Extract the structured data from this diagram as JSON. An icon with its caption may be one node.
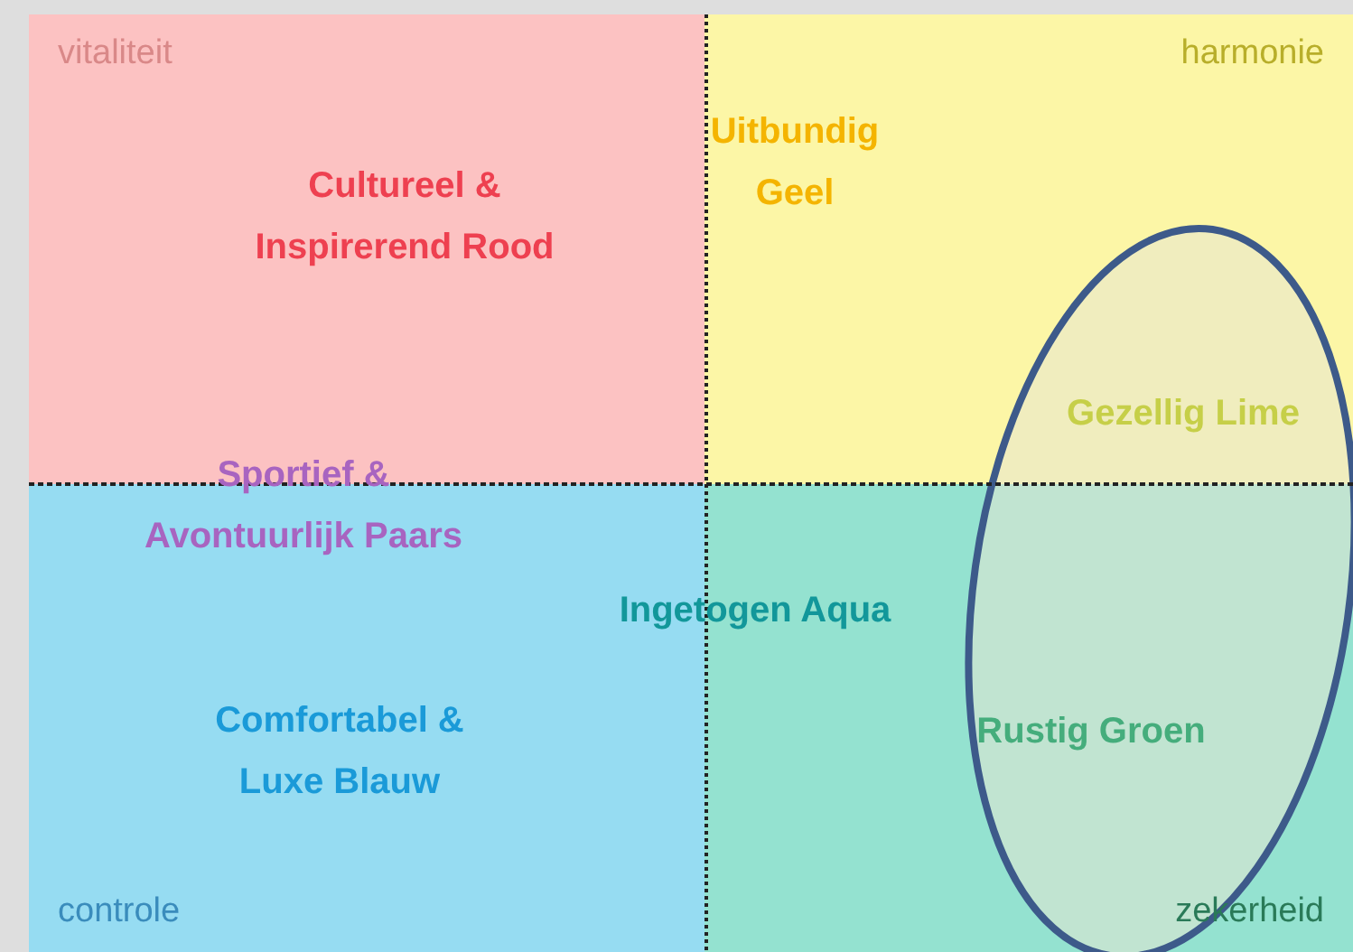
{
  "diagram": {
    "nodes": [
      {
        "text": [
          "vitaliteit"
        ]
      },
      {
        "text": [
          "harmonie"
        ]
      },
      {
        "text": [
          "controle"
        ]
      },
      {
        "text": [
          "zekerheid"
        ]
      },
      {
        "text": [],
        "shape": "ellipse"
      }
    ],
    "labels": [
      "Cultureel & Inspirerend Rood",
      "Uitbundig Geel",
      "Gezellig Lime",
      "Sportief & Avontuurlijk Paars",
      "Ingetogen Aqua",
      "Comfortabel & Luxe Blauw",
      "Rustig Groen"
    ]
  }
}
